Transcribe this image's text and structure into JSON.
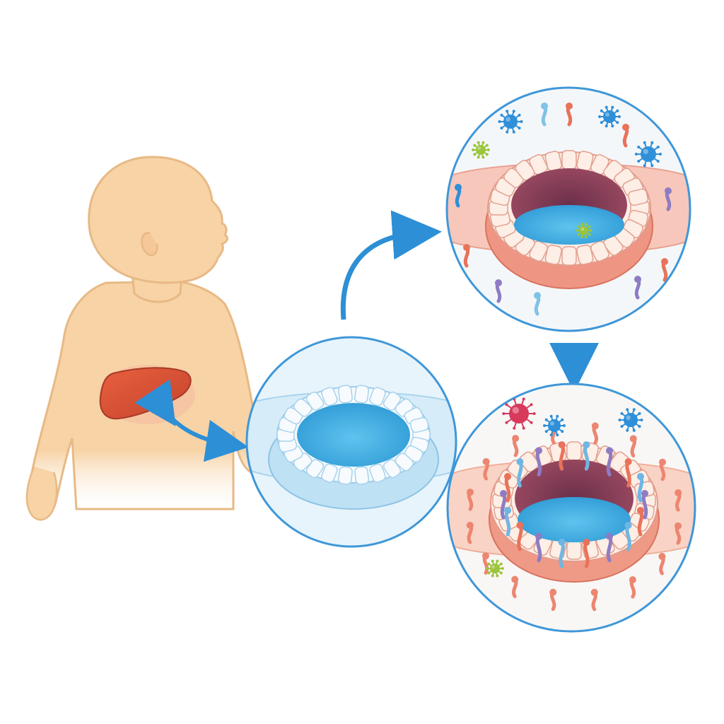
{
  "diagram": {
    "panels": [
      {
        "id": "child-with-liver",
        "icon": "child-silhouette-icon"
      },
      {
        "id": "healthy-bile-duct",
        "icon": "healthy-duct-magnified-icon"
      },
      {
        "id": "inflamed-bile-duct",
        "icon": "inflamed-duct-with-microbes-icon"
      },
      {
        "id": "damaged-bile-duct",
        "icon": "damaged-duct-infiltrated-icon"
      }
    ],
    "connections": [
      {
        "from": "child-with-liver",
        "to": "healthy-bile-duct",
        "style": "double-headed"
      },
      {
        "from": "healthy-bile-duct",
        "to": "inflamed-bile-duct",
        "style": "curved"
      },
      {
        "from": "inflamed-bile-duct",
        "to": "damaged-bile-duct",
        "style": "straight-down"
      }
    ],
    "colors": {
      "skin": "#f7d3a6",
      "skin_outline": "#e8b985",
      "liver": "#d9533a",
      "arrow": "#2d8fd6",
      "circle_border": "#3f97d8",
      "healthy_tissue": "#cfe8f7",
      "lumen": "#4db3e6",
      "inflamed_tissue": "#f09a8a",
      "cell": "#fdeee6",
      "microbe_blue": "#2f8fd8",
      "microbe_red": "#d83a5c",
      "microbe_green": "#9bc53d",
      "infiltrate_purple": "#8e7cc3"
    }
  }
}
